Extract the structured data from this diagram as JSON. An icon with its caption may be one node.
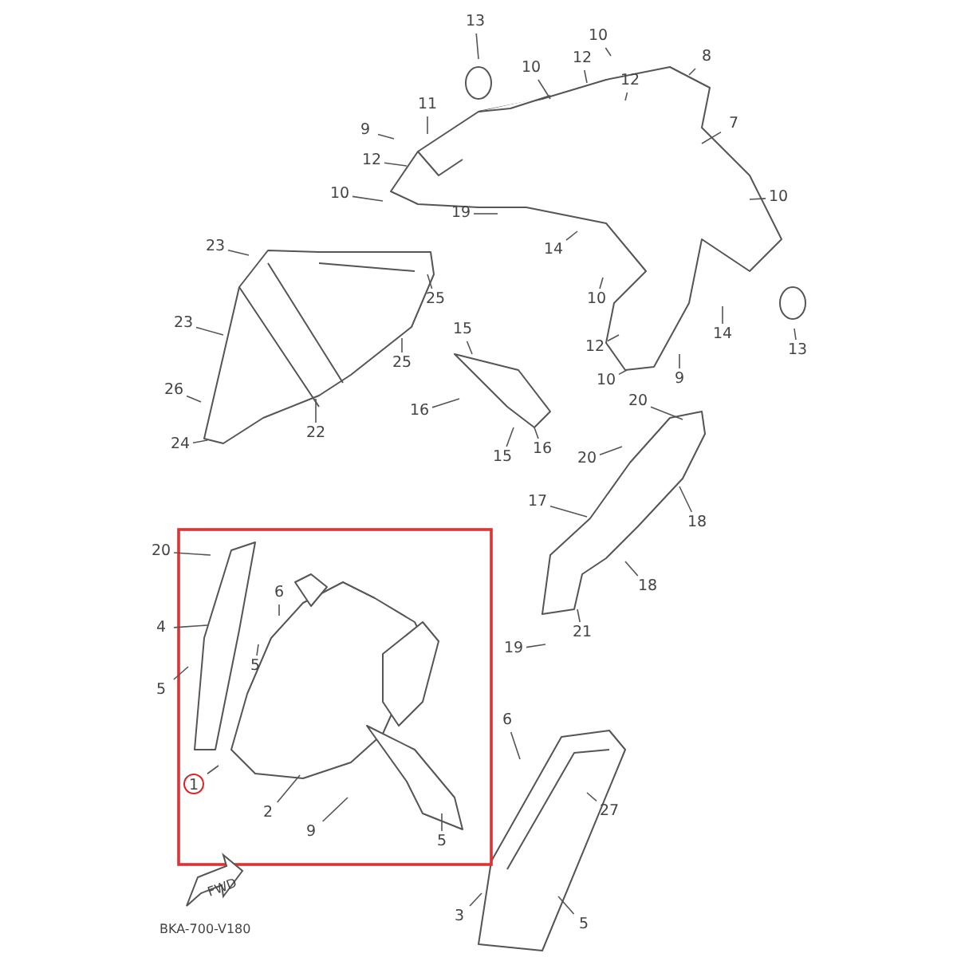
{
  "diagram": {
    "nodes": [
      {
        "text": [
          "10"
        ]
      },
      {
        "text": [
          "13"
        ]
      },
      {
        "text": [
          "12"
        ]
      },
      {
        "text": [
          "8"
        ]
      },
      {
        "text": [
          "10"
        ]
      },
      {
        "text": [
          "12"
        ]
      },
      {
        "text": [
          "11"
        ]
      },
      {
        "text": [
          "7"
        ]
      },
      {
        "text": [
          "9"
        ]
      },
      {
        "text": [
          "12"
        ]
      },
      {
        "text": [
          "10"
        ]
      },
      {
        "text": [
          "10"
        ]
      },
      {
        "text": [
          "19"
        ]
      },
      {
        "text": [
          "23"
        ]
      },
      {
        "text": [
          "14"
        ]
      },
      {
        "text": [
          "10"
        ]
      },
      {
        "text": [
          "25"
        ]
      },
      {
        "text": [
          "23"
        ]
      },
      {
        "text": [
          "15"
        ]
      },
      {
        "text": [
          "14"
        ]
      },
      {
        "text": [
          "13"
        ]
      },
      {
        "text": [
          "25"
        ]
      },
      {
        "text": [
          "12"
        ]
      },
      {
        "text": [
          "10"
        ]
      },
      {
        "text": [
          "9"
        ]
      },
      {
        "text": [
          "26"
        ]
      },
      {
        "text": [
          "16"
        ]
      },
      {
        "text": [
          "22"
        ]
      },
      {
        "text": [
          "20"
        ]
      },
      {
        "text": [
          "24"
        ]
      },
      {
        "text": [
          "15"
        ]
      },
      {
        "text": [
          "16"
        ]
      },
      {
        "text": [
          "20"
        ]
      },
      {
        "text": [
          "17"
        ]
      },
      {
        "text": [
          "18"
        ]
      },
      {
        "text": [
          "20"
        ]
      },
      {
        "text": [
          "18"
        ]
      },
      {
        "text": [
          "6"
        ]
      },
      {
        "text": [
          "4"
        ]
      },
      {
        "text": [
          "21"
        ]
      },
      {
        "text": [
          "19"
        ]
      },
      {
        "text": [
          "5"
        ]
      },
      {
        "text": [
          "5"
        ]
      },
      {
        "text": [
          "6"
        ]
      },
      {
        "text": [
          "1"
        ]
      },
      {
        "text": [
          "27"
        ]
      },
      {
        "text": [
          "2"
        ]
      },
      {
        "text": [
          "9"
        ]
      },
      {
        "text": [
          "5"
        ]
      },
      {
        "text": [
          "3"
        ]
      },
      {
        "text": [
          "5"
        ]
      }
    ],
    "edges": [
      {
        "from": 0,
        "to": null,
        "arrow": "none"
      },
      {
        "from": 1,
        "to": null,
        "arrow": "none"
      },
      {
        "from": 2,
        "to": null,
        "arrow": "none"
      },
      {
        "from": 3,
        "to": null,
        "arrow": "none"
      },
      {
        "from": 4,
        "to": null,
        "arrow": "none"
      },
      {
        "from": 5,
        "to": null,
        "arrow": "none"
      },
      {
        "from": 6,
        "to": null,
        "arrow": "none"
      },
      {
        "from": 7,
        "to": null,
        "arrow": "none"
      },
      {
        "from": 8,
        "to": null,
        "arrow": "none"
      },
      {
        "from": 9,
        "to": null,
        "arrow": "none"
      },
      {
        "from": 10,
        "to": null,
        "arrow": "none"
      },
      {
        "from": 11,
        "to": null,
        "arrow": "none"
      },
      {
        "from": 12,
        "to": null,
        "arrow": "none"
      },
      {
        "from": 13,
        "to": null,
        "arrow": "none"
      },
      {
        "from": 14,
        "to": null,
        "arrow": "none"
      },
      {
        "from": 15,
        "to": null,
        "arrow": "none"
      },
      {
        "from": 16,
        "to": null,
        "arrow": "none"
      },
      {
        "from": 17,
        "to": null,
        "arrow": "none"
      },
      {
        "from": 18,
        "to": null,
        "arrow": "none"
      },
      {
        "from": 19,
        "to": null,
        "arrow": "none"
      },
      {
        "from": 20,
        "to": null,
        "arrow": "none"
      },
      {
        "from": 21,
        "to": null,
        "arrow": "none"
      },
      {
        "from": 22,
        "to": null,
        "arrow": "none"
      },
      {
        "from": 23,
        "to": null,
        "arrow": "none"
      },
      {
        "from": 24,
        "to": null,
        "arrow": "none"
      },
      {
        "from": 25,
        "to": null,
        "arrow": "none"
      },
      {
        "from": 26,
        "to": null,
        "arrow": "none"
      },
      {
        "from": 27,
        "to": null,
        "arrow": "none"
      },
      {
        "from": 28,
        "to": null,
        "arrow": "none"
      },
      {
        "from": 29,
        "to": null,
        "arrow": "none"
      },
      {
        "from": 30,
        "to": null,
        "arrow": "none"
      },
      {
        "from": 31,
        "to": null,
        "arrow": "none"
      },
      {
        "from": 32,
        "to": null,
        "arrow": "none"
      },
      {
        "from": 33,
        "to": null,
        "arrow": "none"
      },
      {
        "from": 34,
        "to": null,
        "arrow": "none"
      },
      {
        "from": 35,
        "to": null,
        "arrow": "none"
      },
      {
        "from": 36,
        "to": null,
        "arrow": "none"
      },
      {
        "from": 37,
        "to": null,
        "arrow": "none"
      },
      {
        "from": 38,
        "to": null,
        "arrow": "none"
      },
      {
        "from": 39,
        "to": null,
        "arrow": "none"
      },
      {
        "from": 40,
        "to": null,
        "arrow": "none"
      },
      {
        "from": 41,
        "to": null,
        "arrow": "none"
      },
      {
        "from": 42,
        "to": null,
        "arrow": "none"
      },
      {
        "from": 43,
        "to": null,
        "arrow": "none"
      },
      {
        "from": 44,
        "to": null,
        "arrow": "none"
      },
      {
        "from": 45,
        "to": null,
        "arrow": "none"
      },
      {
        "from": 46,
        "to": null,
        "arrow": "none"
      },
      {
        "from": 47,
        "to": null,
        "arrow": "none"
      },
      {
        "from": 48,
        "to": null,
        "arrow": "none"
      },
      {
        "from": 49,
        "to": null,
        "arrow": "none"
      },
      {
        "from": 50,
        "to": null,
        "arrow": "none"
      }
    ],
    "labels": [
      "FWD",
      "BKA-700-V180"
    ]
  }
}
